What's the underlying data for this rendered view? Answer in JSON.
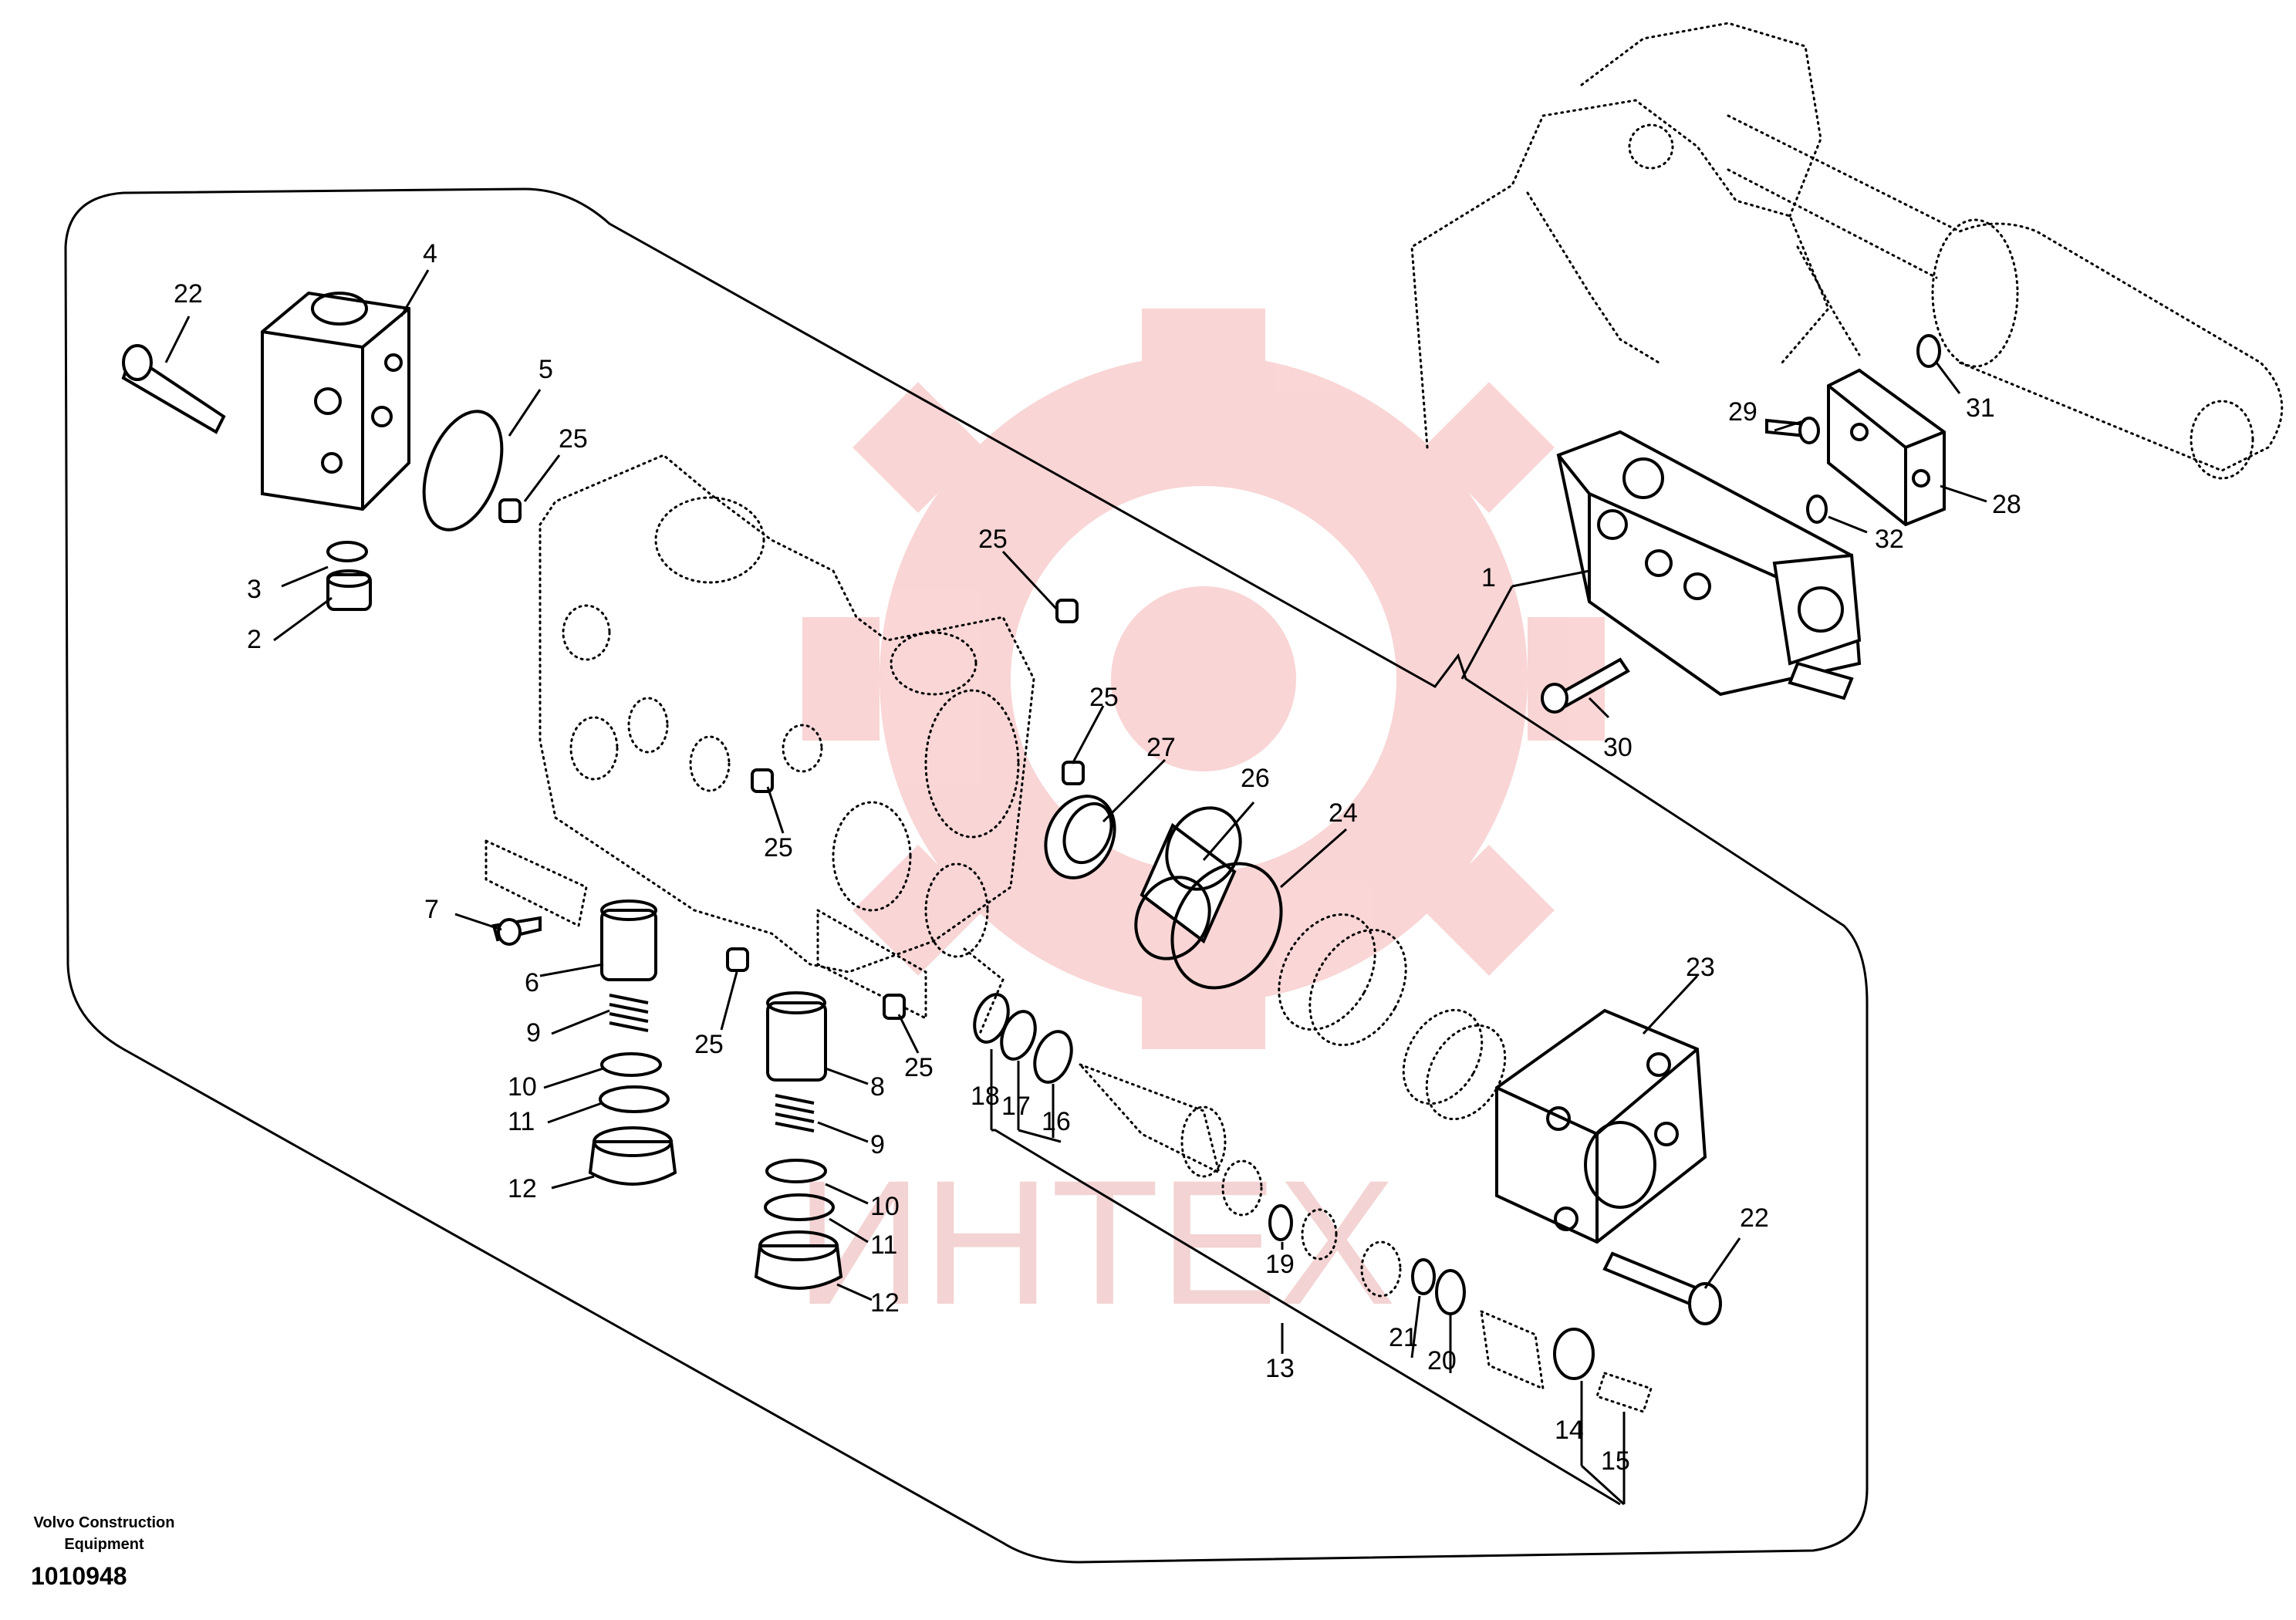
{
  "watermark": {
    "text": "ИНТЕХ",
    "color": "#f4b4b4"
  },
  "caption": {
    "company": "Volvo Construction Equipment",
    "drawing_number": "1010948"
  },
  "callouts": {
    "c1": "1",
    "c2": "2",
    "c3": "3",
    "c4": "4",
    "c5": "5",
    "c6": "6",
    "c7": "7",
    "c8": "8",
    "c9a": "9",
    "c9b": "9",
    "c10a": "10",
    "c10b": "10",
    "c11a": "11",
    "c11b": "11",
    "c12a": "12",
    "c12b": "12",
    "c13": "13",
    "c14": "14",
    "c15": "15",
    "c16": "16",
    "c17": "17",
    "c18": "18",
    "c19": "19",
    "c20": "20",
    "c21": "21",
    "c22a": "22",
    "c22b": "22",
    "c23": "23",
    "c24": "24",
    "c25a": "25",
    "c25b": "25",
    "c25c": "25",
    "c25d": "25",
    "c25e": "25",
    "c25f": "25",
    "c26": "26",
    "c27": "27",
    "c28": "28",
    "c29": "29",
    "c30": "30",
    "c31": "31",
    "c32": "32"
  }
}
